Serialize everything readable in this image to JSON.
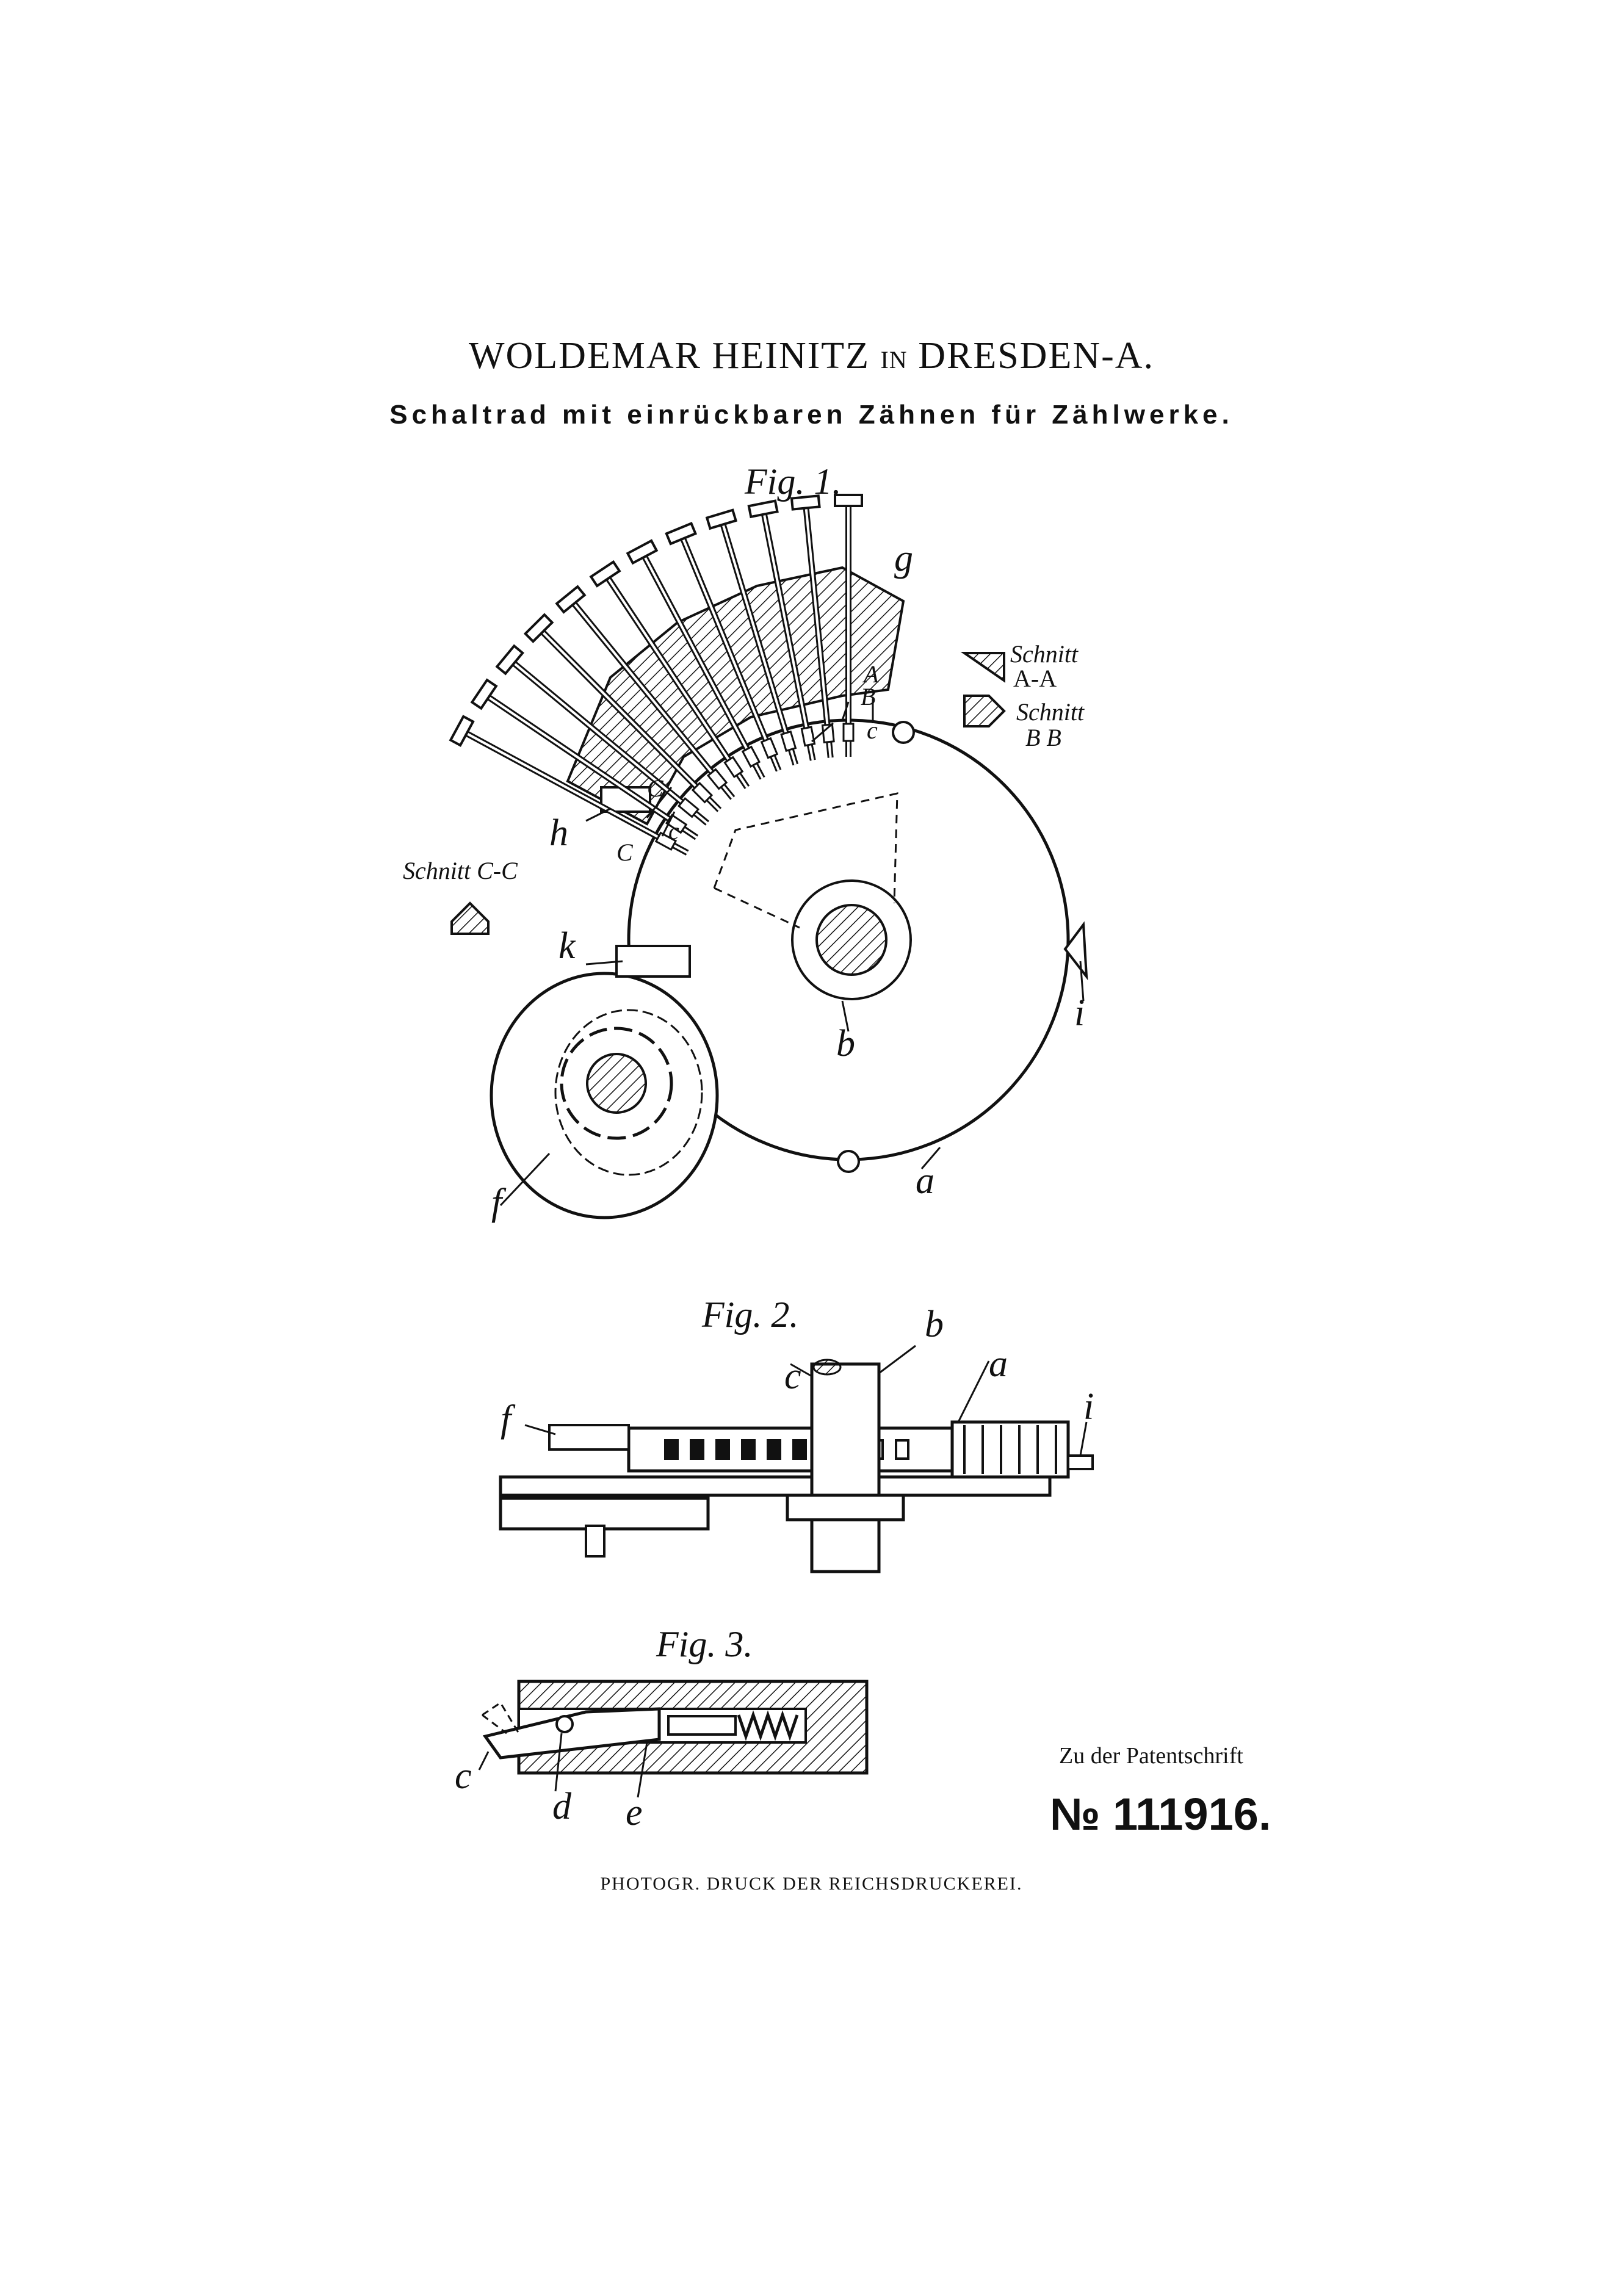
{
  "header": {
    "inventor_name": "WOLDEMAR HEINITZ",
    "inventor_in": "IN",
    "inventor_city": "DRESDEN-A.",
    "title": "Schaltrad mit einrückbaren Zähnen für Zählwerke."
  },
  "figures": {
    "fig1": "Fig. 1.",
    "fig2": "Fig. 2.",
    "fig3": "Fig. 3."
  },
  "labels_fig1": {
    "g": "g",
    "schnitt_aa": "Schnitt",
    "aa": "A-A",
    "schnitt_bb": "Schnitt",
    "bb": "B B",
    "schnitt_cc": "Schnitt C-C",
    "A": "A",
    "B": "B",
    "c1": "c",
    "c2": "c",
    "C1": "C",
    "C2": "C",
    "h": "h",
    "k": "k",
    "b": "b",
    "i": "i",
    "f": "f",
    "a": "a"
  },
  "labels_fig2": {
    "b": "b",
    "a": "a",
    "c": "c",
    "f": "f",
    "i": "i"
  },
  "labels_fig3": {
    "c": "c",
    "d": "d",
    "e": "e"
  },
  "footer": {
    "zu_der": "Zu der Patentschrift",
    "patent_number": "№ 111916.",
    "printer": "PHOTOGR. DRUCK DER REICHSDRUCKEREI."
  }
}
